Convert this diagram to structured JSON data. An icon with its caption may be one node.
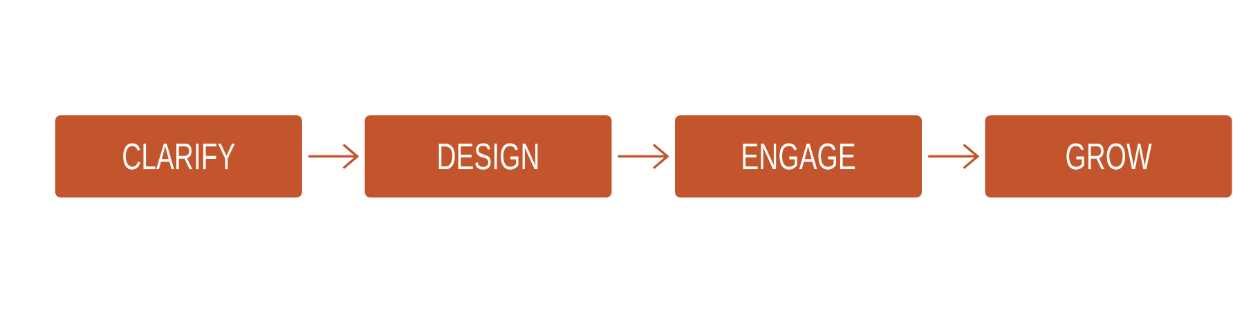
{
  "diagram": {
    "nodes": [
      {
        "text": [
          "CLARIFY"
        ]
      },
      {
        "text": [
          "DESIGN"
        ]
      },
      {
        "text": [
          "ENGAGE"
        ]
      },
      {
        "text": [
          "GROW"
        ]
      }
    ],
    "edges": [
      {
        "from": 0,
        "to": 1,
        "arrow": "to"
      },
      {
        "from": 1,
        "to": 2,
        "arrow": "to"
      },
      {
        "from": 2,
        "to": 3,
        "arrow": "to"
      }
    ]
  }
}
